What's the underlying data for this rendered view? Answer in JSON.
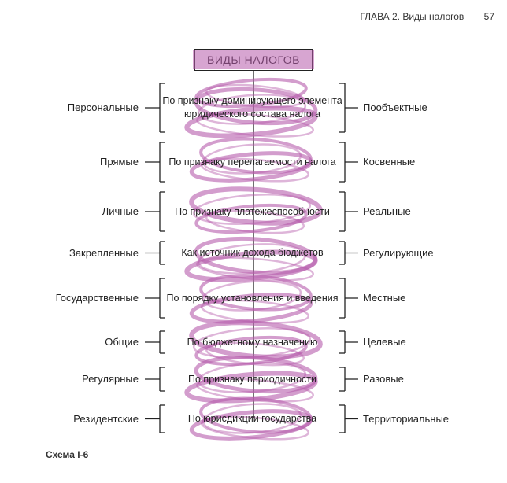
{
  "header": {
    "chapter": "ГЛАВА 2. Виды налогов",
    "page": "57"
  },
  "title": "ВИДЫ НАЛОГОВ",
  "rows": [
    {
      "criterion": "По признаку доминирующего элемента юридического состава налога",
      "left": "Персональные",
      "right": "Пообъектные"
    },
    {
      "criterion": "По признаку перелагаемости налога",
      "left": "Прямые",
      "right": "Косвенные"
    },
    {
      "criterion": "По признаку платежеспособности",
      "left": "Личные",
      "right": "Реальные"
    },
    {
      "criterion": "Как источник дохода бюджетов",
      "left": "Закрепленные",
      "right": "Регулирующие"
    },
    {
      "criterion": "По порядку установления и введения",
      "left": "Государственные",
      "right": "Местные"
    },
    {
      "criterion": "По бюджетному назначению",
      "left": "Общие",
      "right": "Целевые"
    },
    {
      "criterion": "По признаку периодичности",
      "left": "Регулярные",
      "right": "Разовые"
    },
    {
      "criterion": "По юрисдикции государства",
      "left": "Резидентские",
      "right": "Территориальные"
    }
  ],
  "caption": "Схема I-6",
  "colors": {
    "scribble": "#b65bab",
    "line": "#222222"
  }
}
